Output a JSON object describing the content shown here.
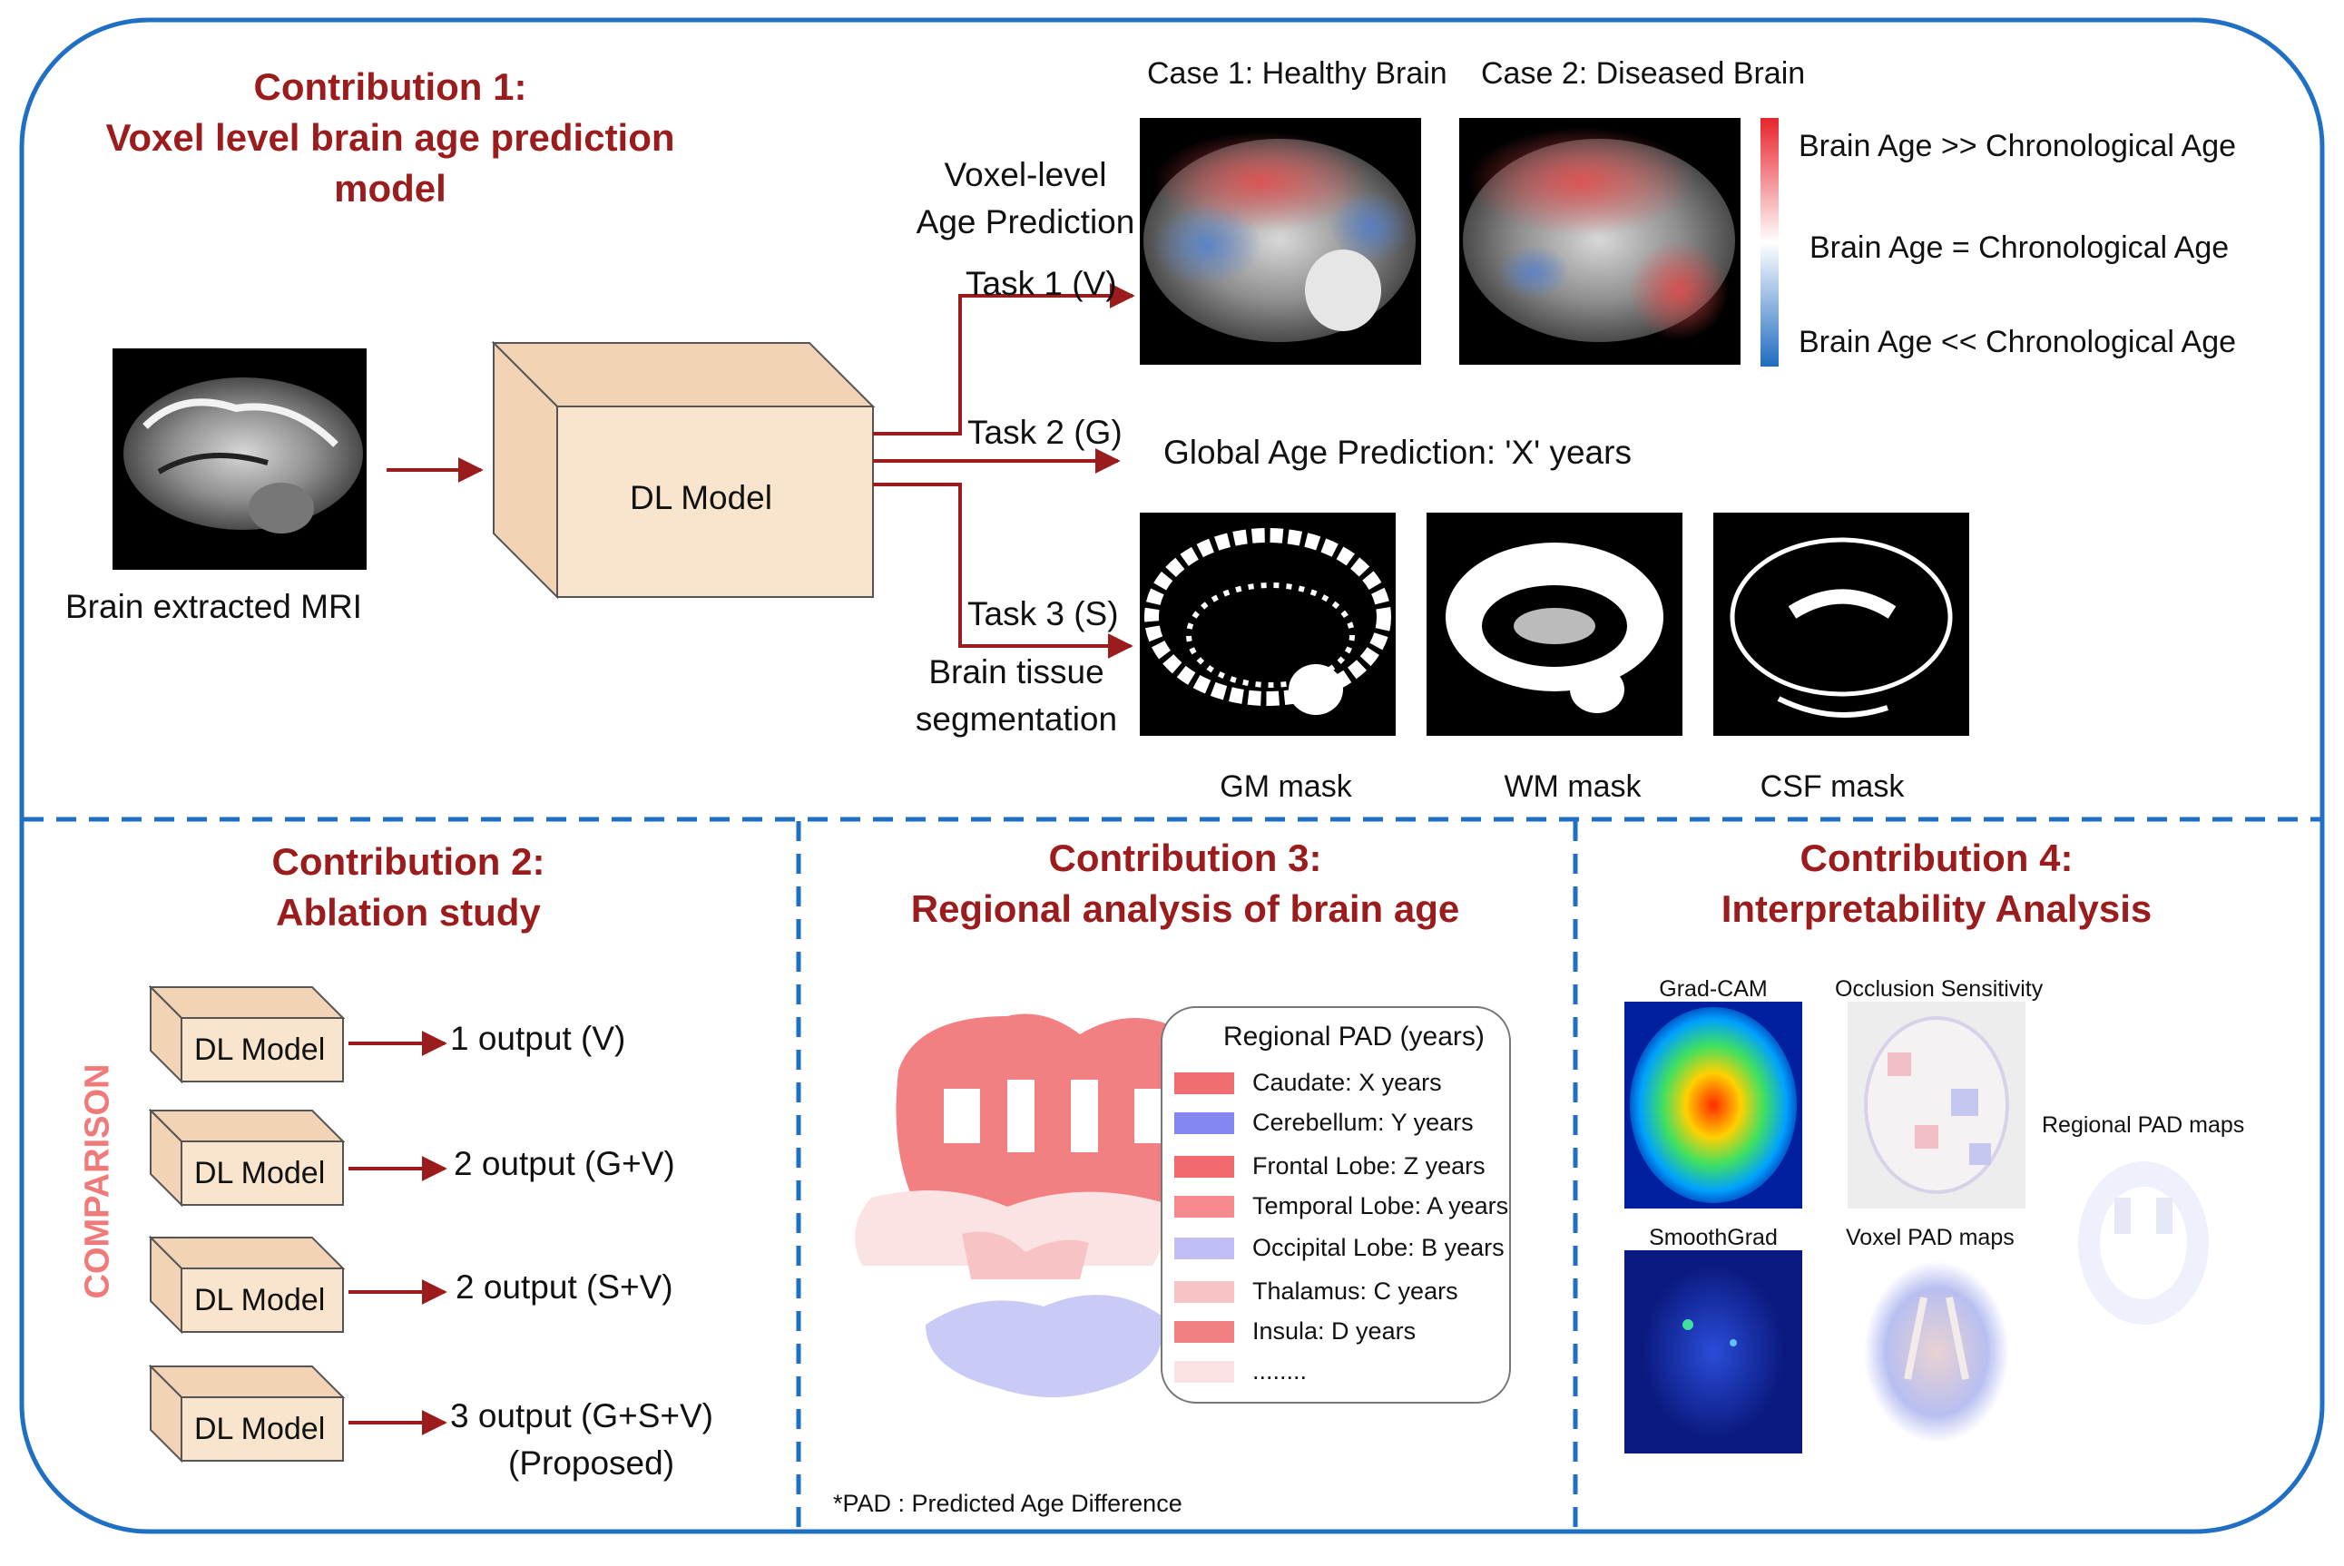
{
  "contribution1": {
    "title_line1": "Contribution 1:",
    "title_line2": "Voxel level brain age prediction",
    "title_line3": "model",
    "input_label": "Brain extracted MRI",
    "model_label": "DL Model",
    "voxel_line1": "Voxel-level",
    "voxel_line2": "Age Prediction",
    "task1": "Task 1 (V)",
    "task2": "Task 2 (G)",
    "task3": "Task 3 (S)",
    "seg_line1": "Brain tissue",
    "seg_line2": "segmentation",
    "case1": "Case 1: Healthy Brain",
    "case2": "Case 2: Diseased Brain",
    "scale_high": "Brain Age >> Chronological Age",
    "scale_mid": "Brain Age = Chronological Age",
    "scale_low": "Brain Age << Chronological Age",
    "global": "Global Age Prediction: 'X' years",
    "masks": [
      "GM mask",
      "WM mask",
      "CSF mask"
    ]
  },
  "contribution2": {
    "title_line1": "Contribution 2:",
    "title_line2": "Ablation study",
    "side_label": "COMPARISON",
    "rows": [
      {
        "model": "DL Model",
        "output": "1 output (V)",
        "note": ""
      },
      {
        "model": "DL Model",
        "output": "2 output (G+V)",
        "note": ""
      },
      {
        "model": "DL Model",
        "output": "2 output (S+V)",
        "note": ""
      },
      {
        "model": "DL Model",
        "output": "3 output (G+S+V)",
        "note": "(Proposed)"
      }
    ]
  },
  "contribution3": {
    "title_line1": "Contribution 3:",
    "title_line2": "Regional analysis of brain age",
    "legend_title": "Regional PAD (years)",
    "legend": [
      {
        "label": "Caudate: X years",
        "color": "#f06d72"
      },
      {
        "label": "Cerebellum: Y years",
        "color": "#8585f0"
      },
      {
        "label": "Frontal Lobe: Z years",
        "color": "#f26a6e"
      },
      {
        "label": "Temporal Lobe: A years",
        "color": "#f48a8c"
      },
      {
        "label": "Occipital Lobe: B years",
        "color": "#bfbff5"
      },
      {
        "label": "Thalamus: C years",
        "color": "#f7c3c4"
      },
      {
        "label": "Insula: D years",
        "color": "#f27f82"
      },
      {
        "label": "........",
        "color": "#fbe3e3"
      }
    ],
    "footnote": "*PAD : Predicted Age Difference"
  },
  "contribution4": {
    "title_line1": "Contribution 4:",
    "title_line2": "Interpretability Analysis",
    "gradcam": "Grad-CAM",
    "occlusion": "Occlusion Sensitivity",
    "regional_maps": "Regional PAD maps",
    "smoothgrad": "SmoothGrad",
    "voxel_maps": "Voxel PAD maps"
  },
  "colors": {
    "frame_blue": "#1f6fc5",
    "title_red": "#9b1c1c",
    "arrow_red": "#9b1c1c",
    "box_fill": "#f9e4cd",
    "comparison_pink": "#f07a7a"
  }
}
